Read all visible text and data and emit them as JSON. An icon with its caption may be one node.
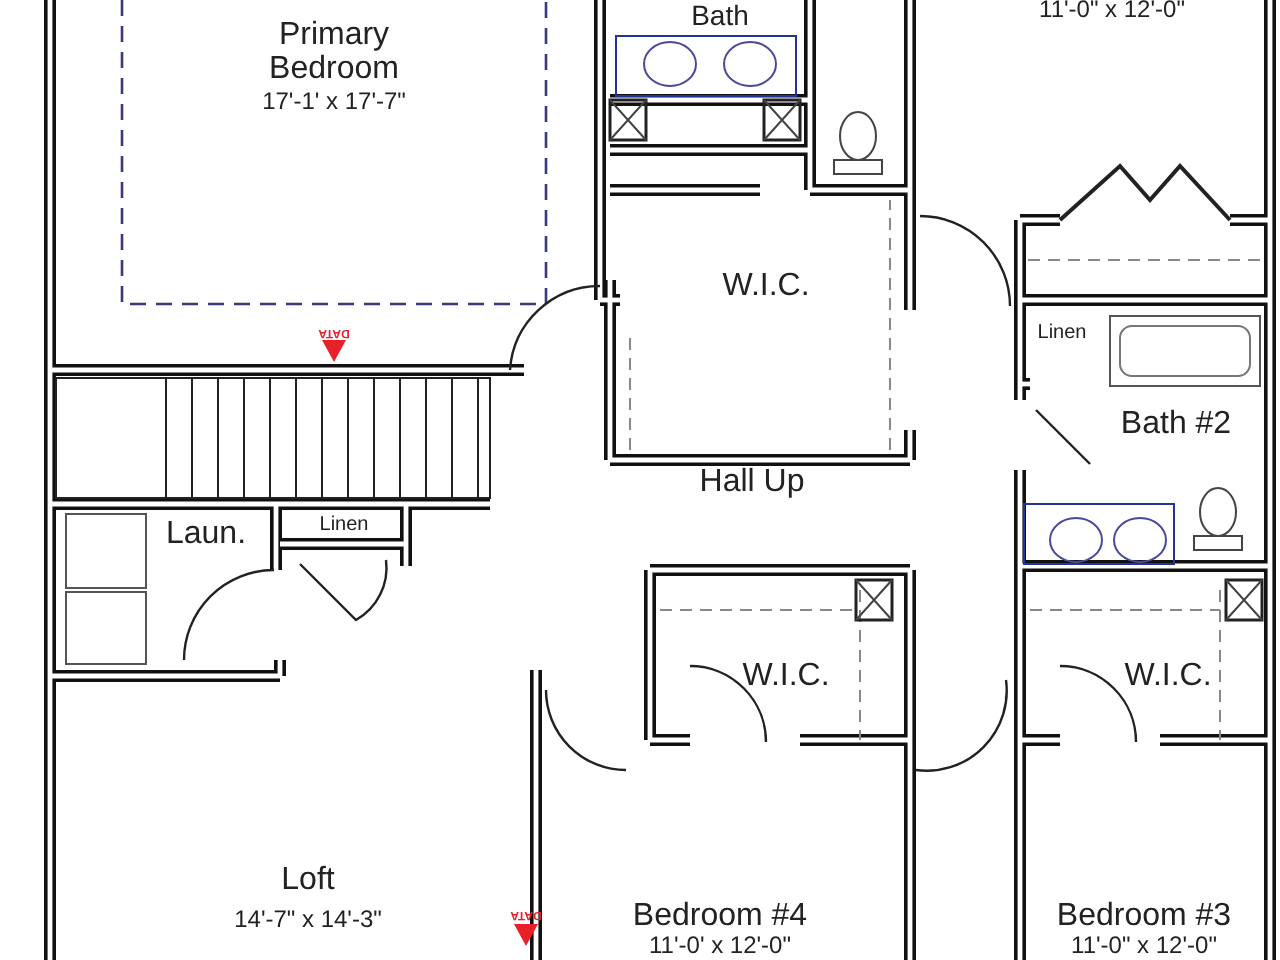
{
  "diagram": {
    "labels": [
      "Bath",
      "11'-0\" x 12'-0\"",
      "Primary Bedroom",
      "17'-1' x 17'-7\"",
      "W.I.C.",
      "DATA",
      "Linen",
      "Bath #2",
      "Hall Up",
      "Laun.",
      "Linen",
      "W.I.C.",
      "W.I.C.",
      "Loft",
      "14'-7\" x 14'-3\"",
      "DATA",
      "Bedroom #4",
      "11'-0' x 12'-0\"",
      "Bedroom #3",
      "11'-0\" x 12'-0\""
    ]
  }
}
